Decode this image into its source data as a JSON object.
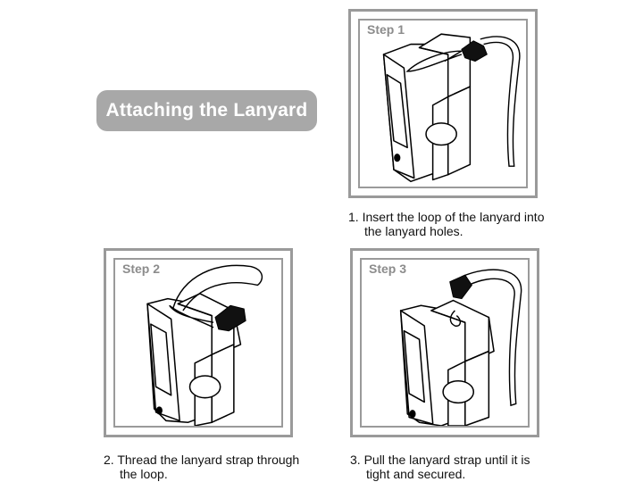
{
  "title": "Attaching the Lanyard",
  "steps": [
    {
      "label": "Step 1",
      "caption_line1": "1. Insert the loop of the lanyard into",
      "caption_line2": "the lanyard holes."
    },
    {
      "label": "Step 2",
      "caption_line1": "2. Thread the lanyard strap through",
      "caption_line2": "the loop."
    },
    {
      "label": "Step 3",
      "caption_line1": "3. Pull the lanyard strap until it is",
      "caption_line2": "tight and secured."
    }
  ]
}
